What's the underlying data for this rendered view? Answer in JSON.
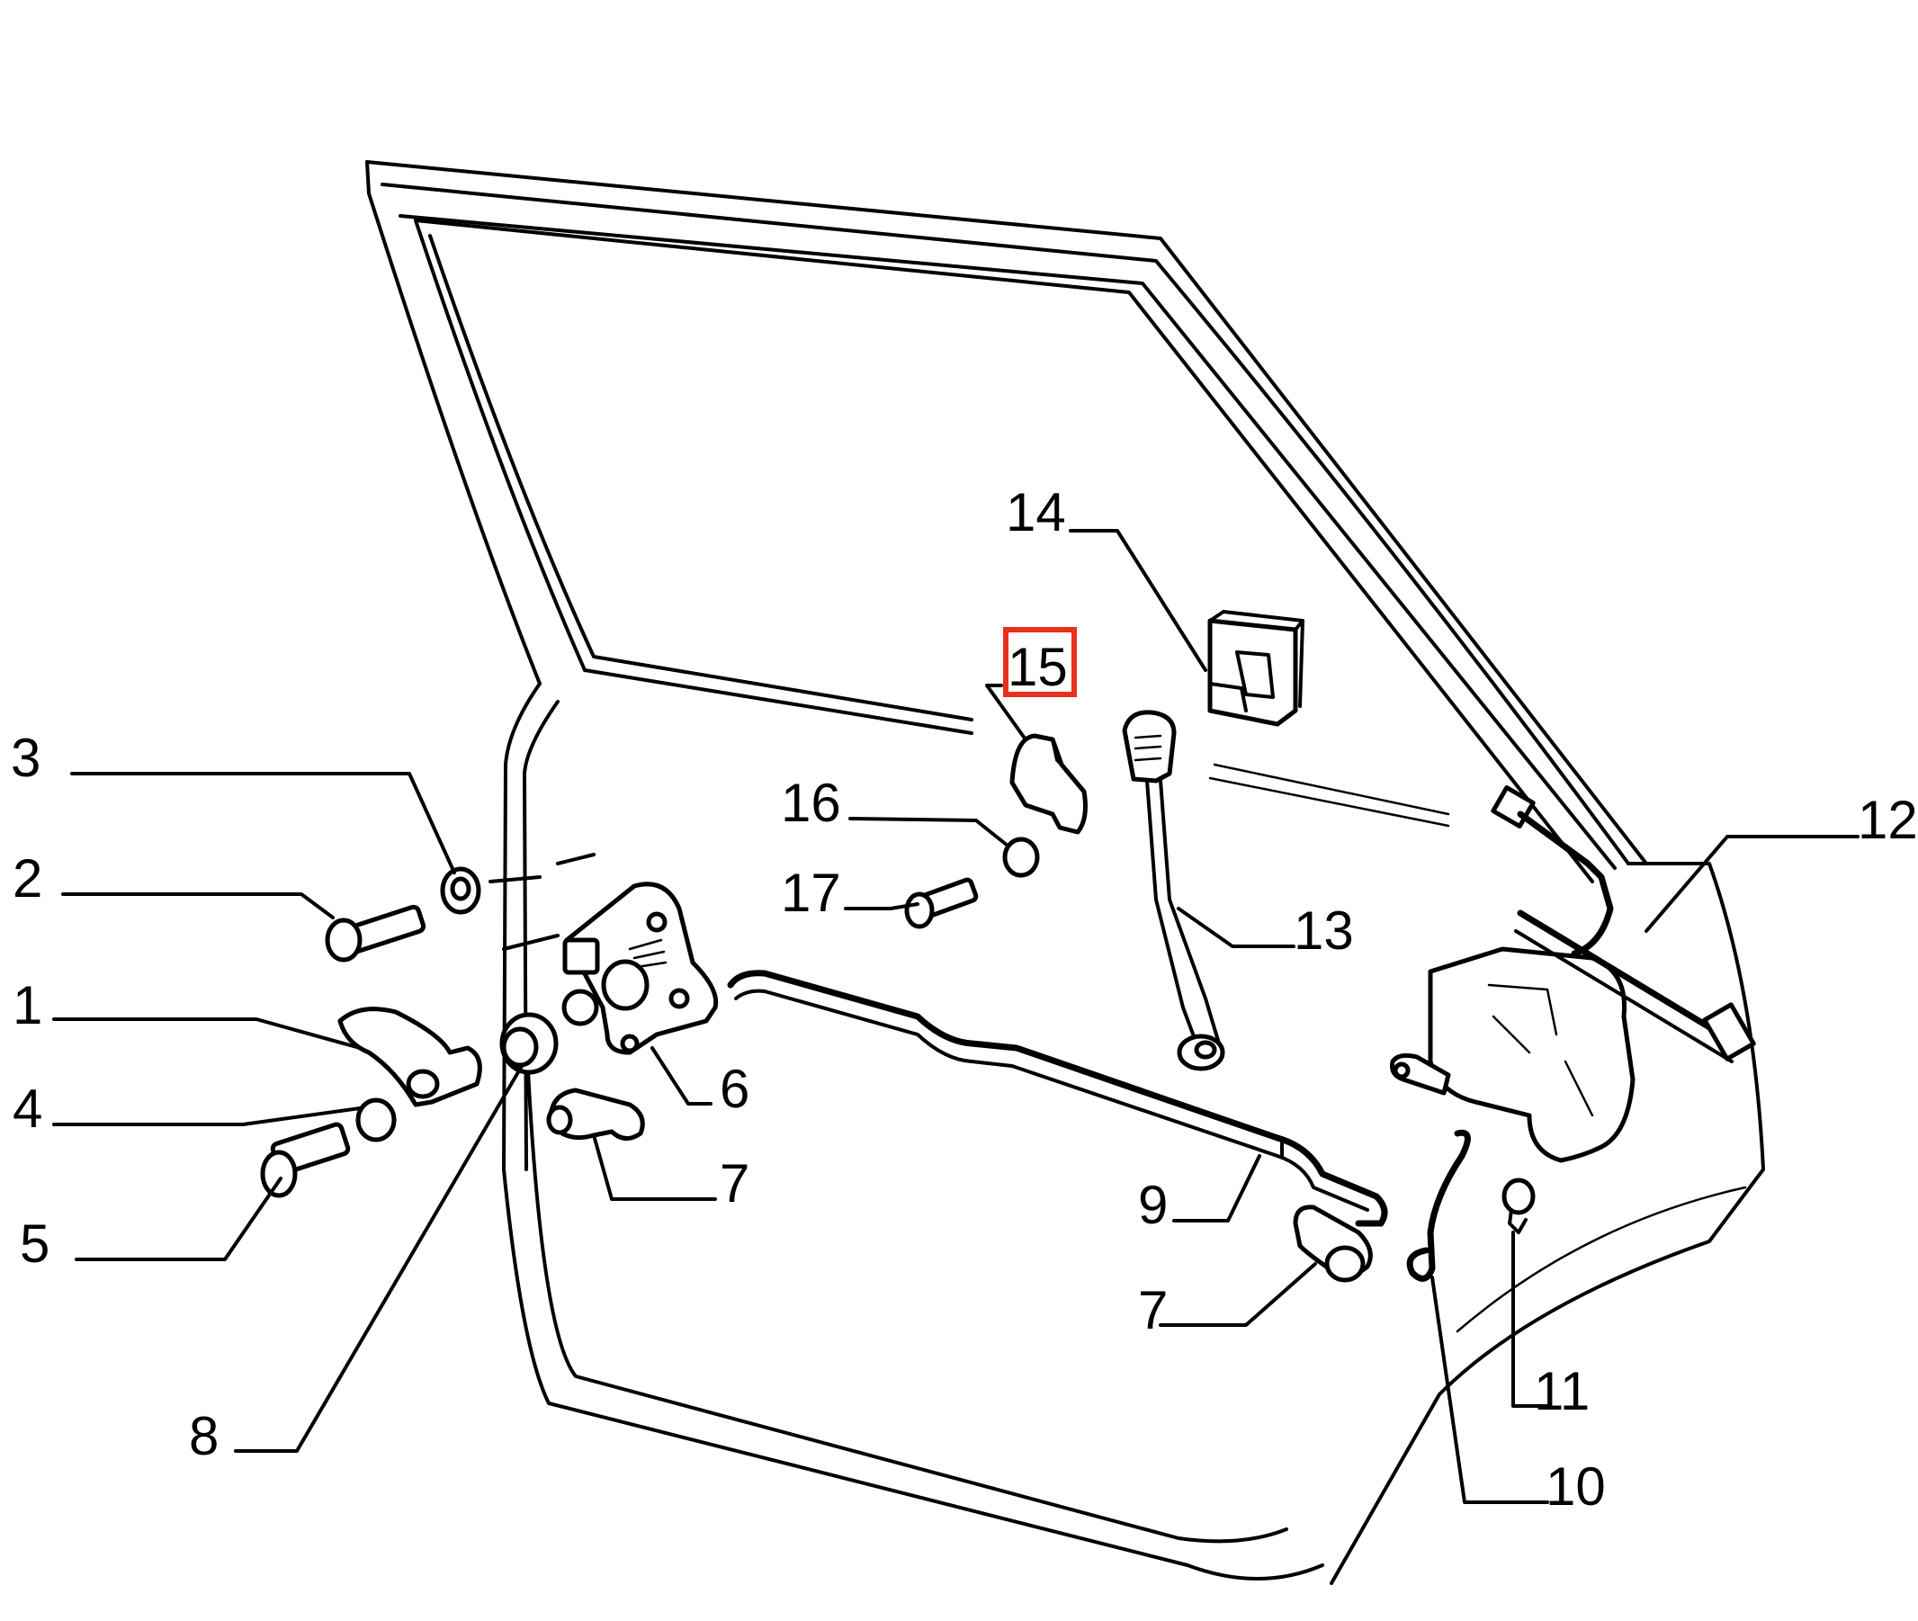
{
  "callouts": {
    "c1": "1",
    "c2": "2",
    "c3": "3",
    "c4": "4",
    "c5": "5",
    "c6": "6",
    "c7a": "7",
    "c7b": "7",
    "c8": "8",
    "c9": "9",
    "c10": "10",
    "c11": "11",
    "c12": "12",
    "c13": "13",
    "c14": "14",
    "c15": "15",
    "c16": "16",
    "c17": "17"
  },
  "highlight": {
    "callout": "15",
    "color": "#e8301c"
  }
}
